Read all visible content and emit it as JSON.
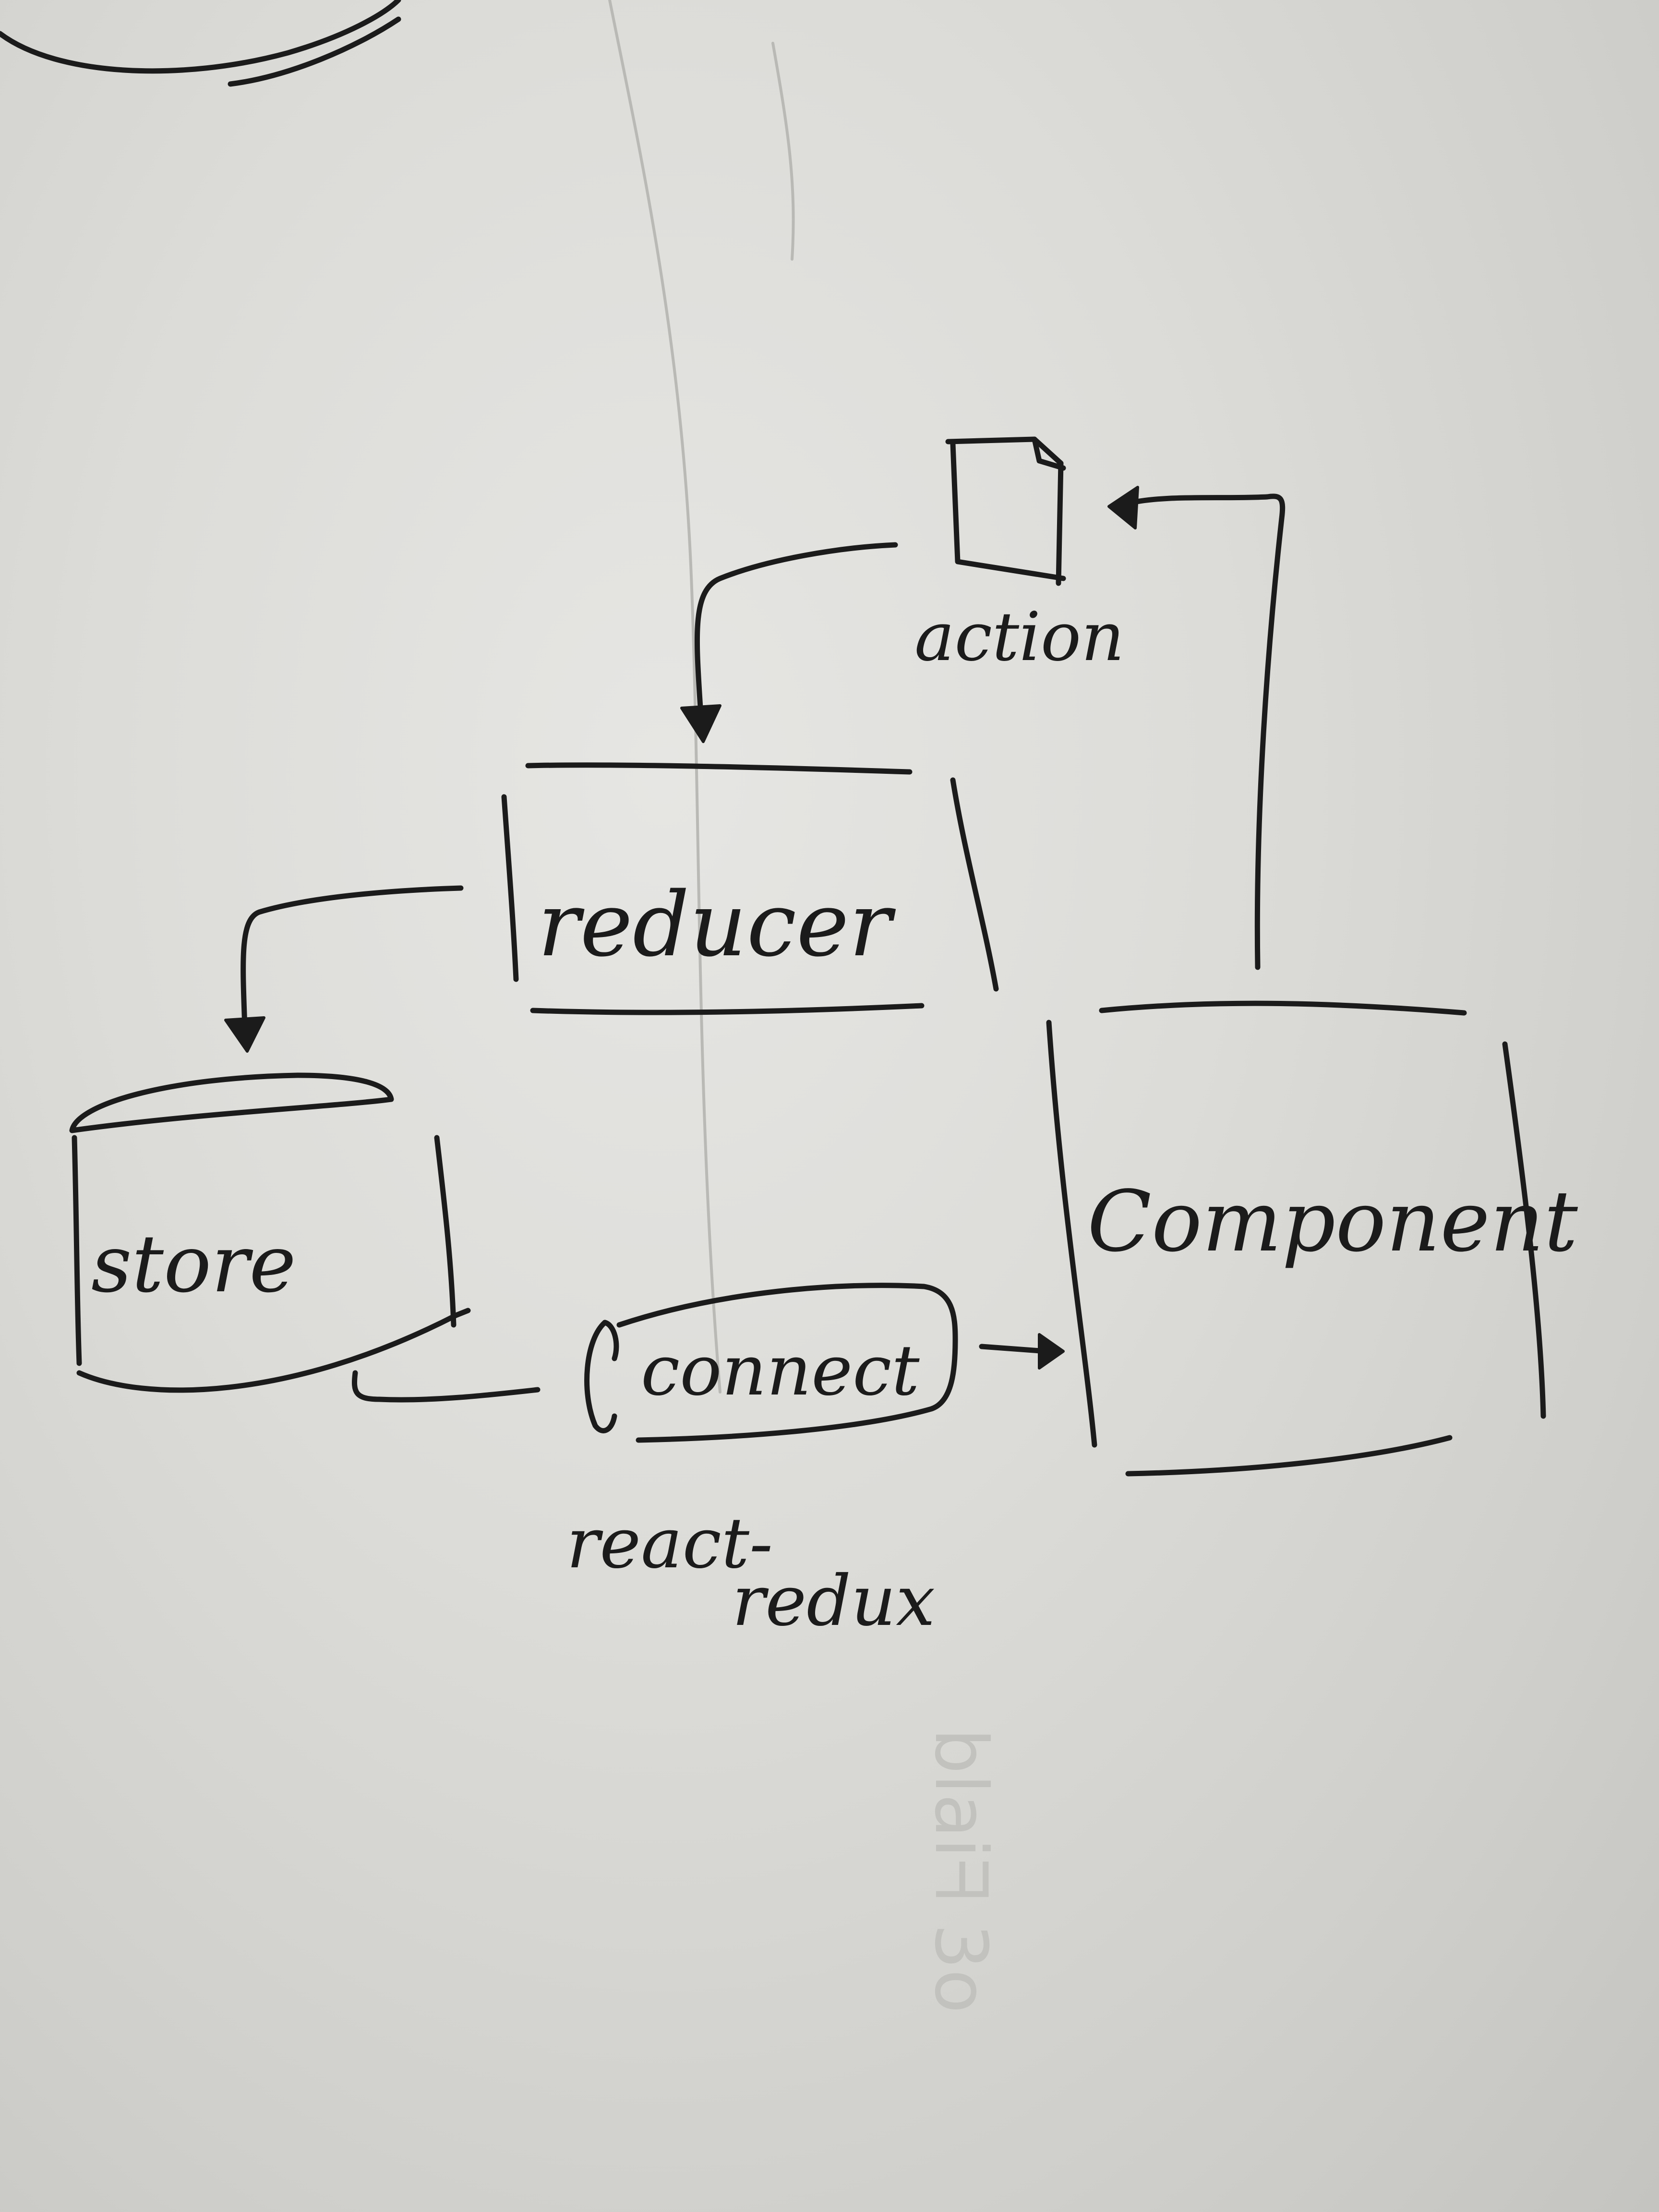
{
  "diagram": {
    "nodes": {
      "action": "action",
      "reducer": "reducer",
      "store": "store",
      "connect": "connect",
      "component": "Component",
      "library": "react-\nredux"
    },
    "library_line1": "react-",
    "library_line2": "redux",
    "edges": [
      {
        "from": "action",
        "to": "reducer"
      },
      {
        "from": "reducer",
        "to": "store"
      },
      {
        "from": "store",
        "to": "connect"
      },
      {
        "from": "connect",
        "to": "Component"
      },
      {
        "from": "Component",
        "to": "action"
      }
    ],
    "ink_color": "#1b1b1b",
    "paper_color": "#dcdcd8"
  }
}
